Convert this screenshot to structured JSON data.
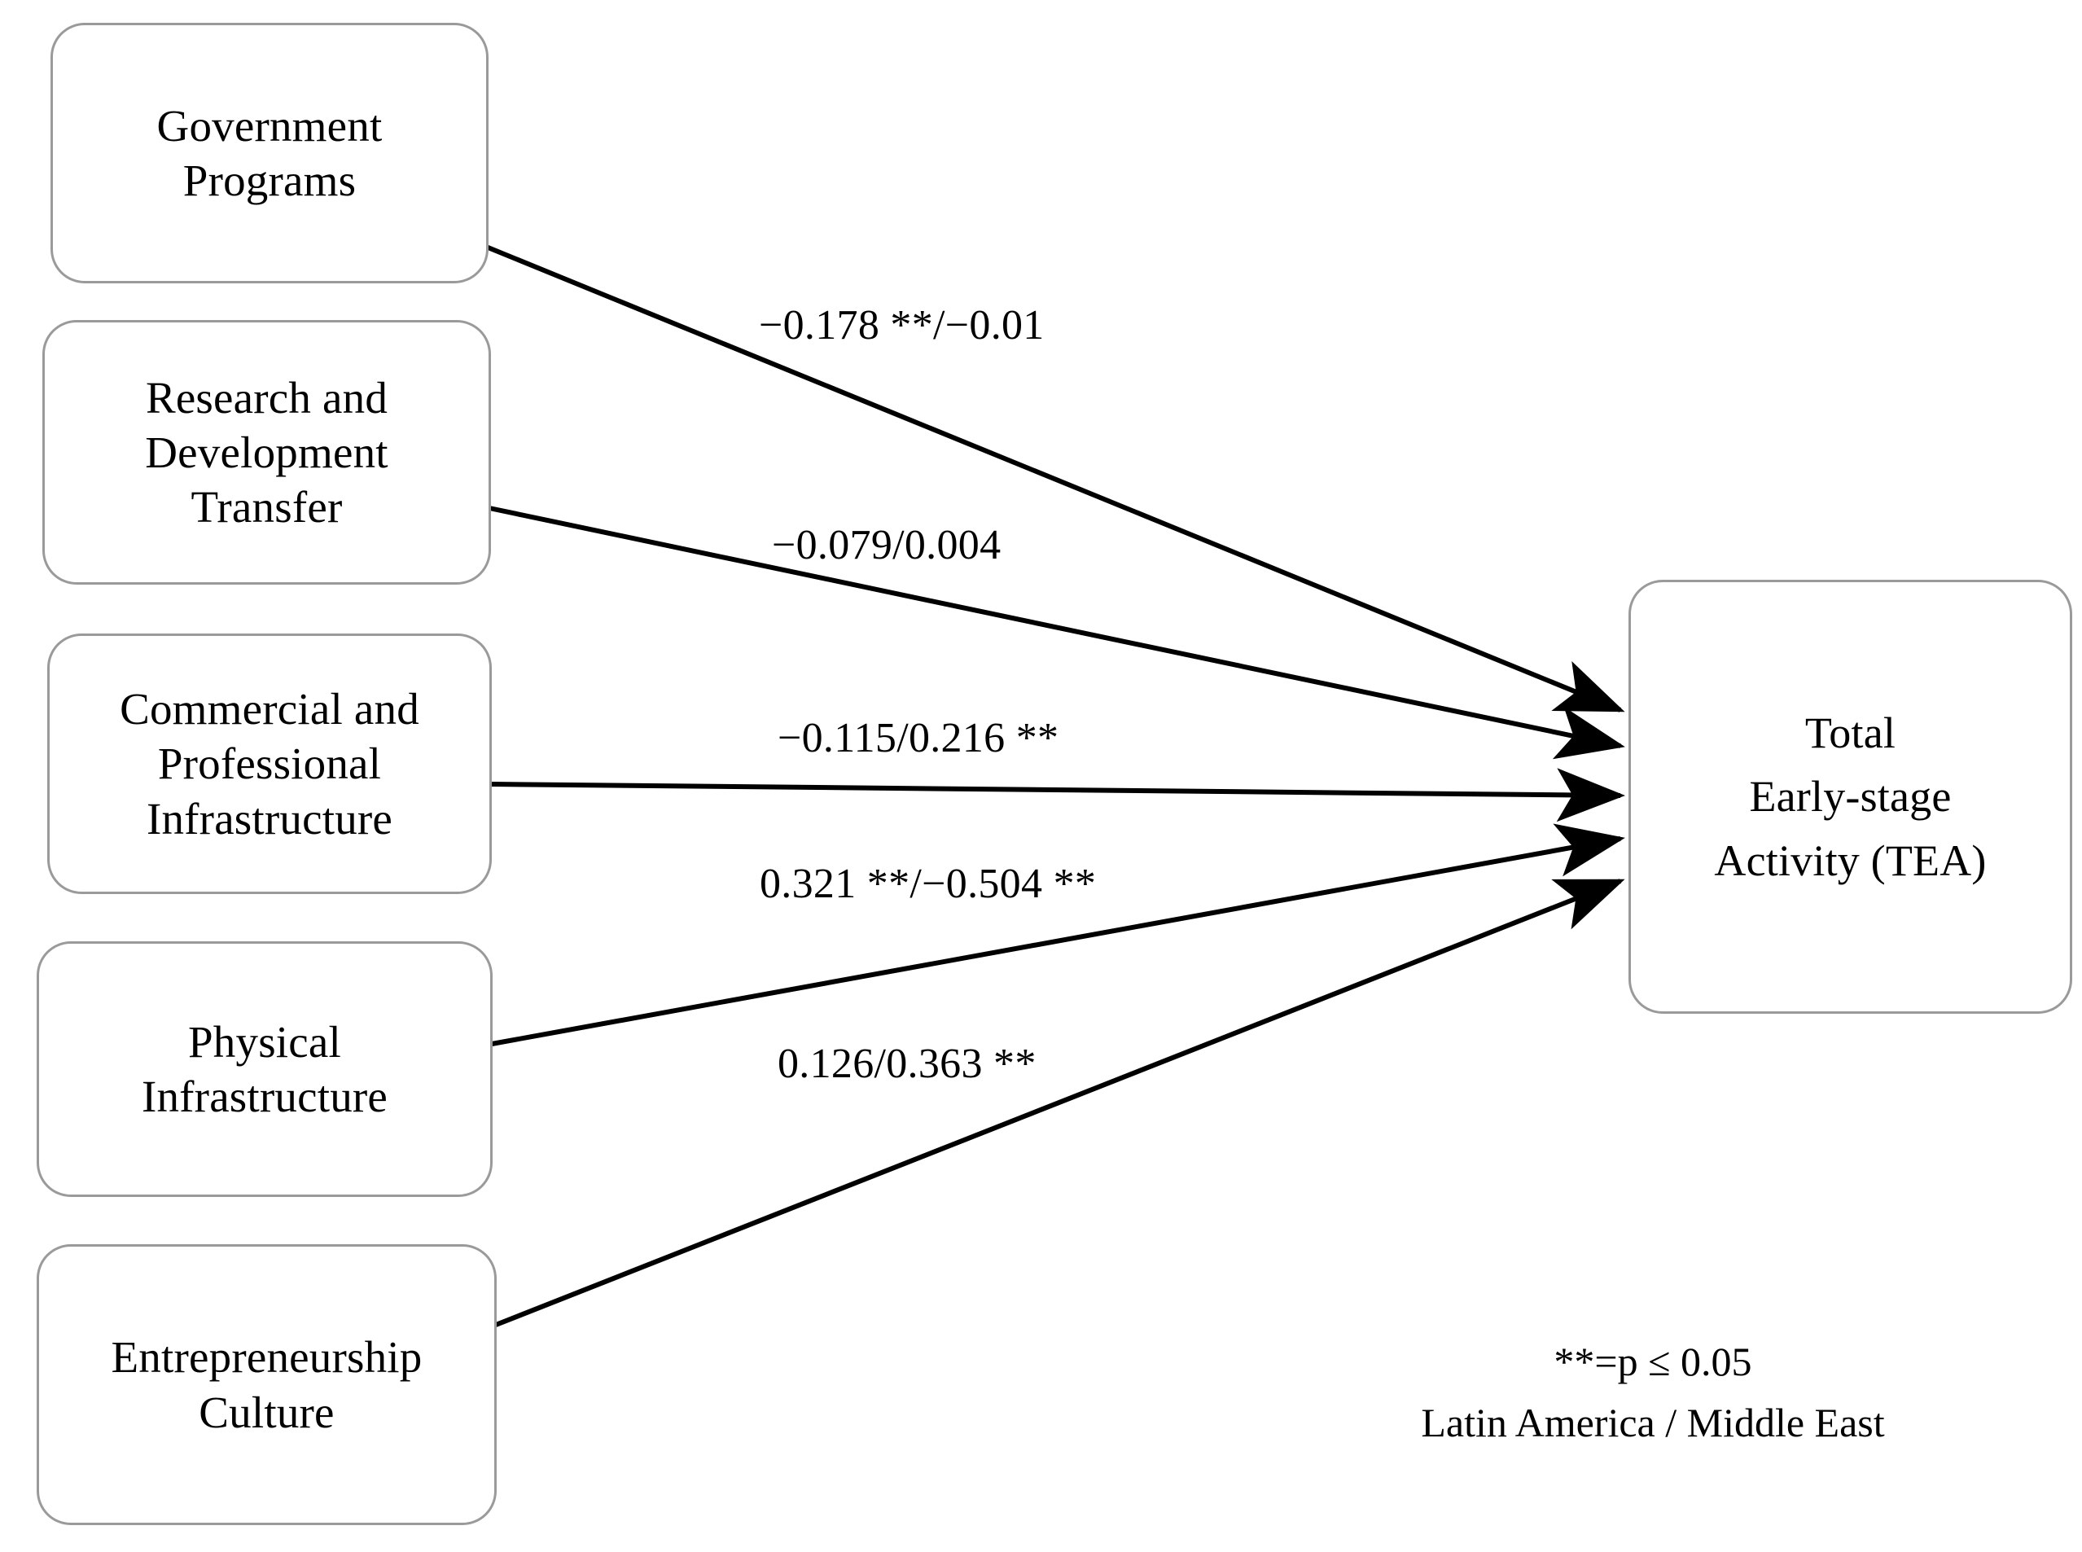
{
  "diagram": {
    "type": "path-diagram",
    "title": "",
    "source_nodes": [
      {
        "id": "government-programs",
        "label": "Government\nPrograms"
      },
      {
        "id": "research-and-development-transfer",
        "label": "Research and\nDevelopment\nTransfer"
      },
      {
        "id": "commercial-and-professional-infrastructure",
        "label": "Commercial and\nProfessional\nInfrastructure"
      },
      {
        "id": "physical-infrastructure",
        "label": "Physical\nInfrastructure"
      },
      {
        "id": "entrepreneurship-culture",
        "label": "Entrepreneurship\nCulture"
      }
    ],
    "target_node": {
      "id": "total-early-stage-activity",
      "label": "Total\nEarly-stage\nActivity (TEA)"
    },
    "edges": [
      {
        "from": "government-programs",
        "to": "total-early-stage-activity",
        "label": "−0.178 **/−0.01",
        "latin_america": "−0.178 **",
        "middle_east": "−0.01"
      },
      {
        "from": "research-and-development-transfer",
        "to": "total-early-stage-activity",
        "label": "−0.079/0.004",
        "latin_america": "−0.079",
        "middle_east": "0.004"
      },
      {
        "from": "commercial-and-professional-infrastructure",
        "to": "total-early-stage-activity",
        "label": "−0.115/0.216 **",
        "latin_america": "−0.115",
        "middle_east": "0.216 **"
      },
      {
        "from": "physical-infrastructure",
        "to": "total-early-stage-activity",
        "label": "0.321 **/−0.504 **",
        "latin_america": "0.321 **",
        "middle_east": "−0.504 **"
      },
      {
        "from": "entrepreneurship-culture",
        "to": "total-early-stage-activity",
        "label": "0.126/0.363 **",
        "latin_america": "0.126",
        "middle_east": "0.363 **"
      }
    ],
    "legend": {
      "significance": "**=p ≤ 0.05",
      "groups": "Latin America / Middle East"
    },
    "colors": {
      "box_border": "#9a9a9a",
      "arrow": "#000000",
      "text": "#000000",
      "background": "#ffffff"
    }
  }
}
